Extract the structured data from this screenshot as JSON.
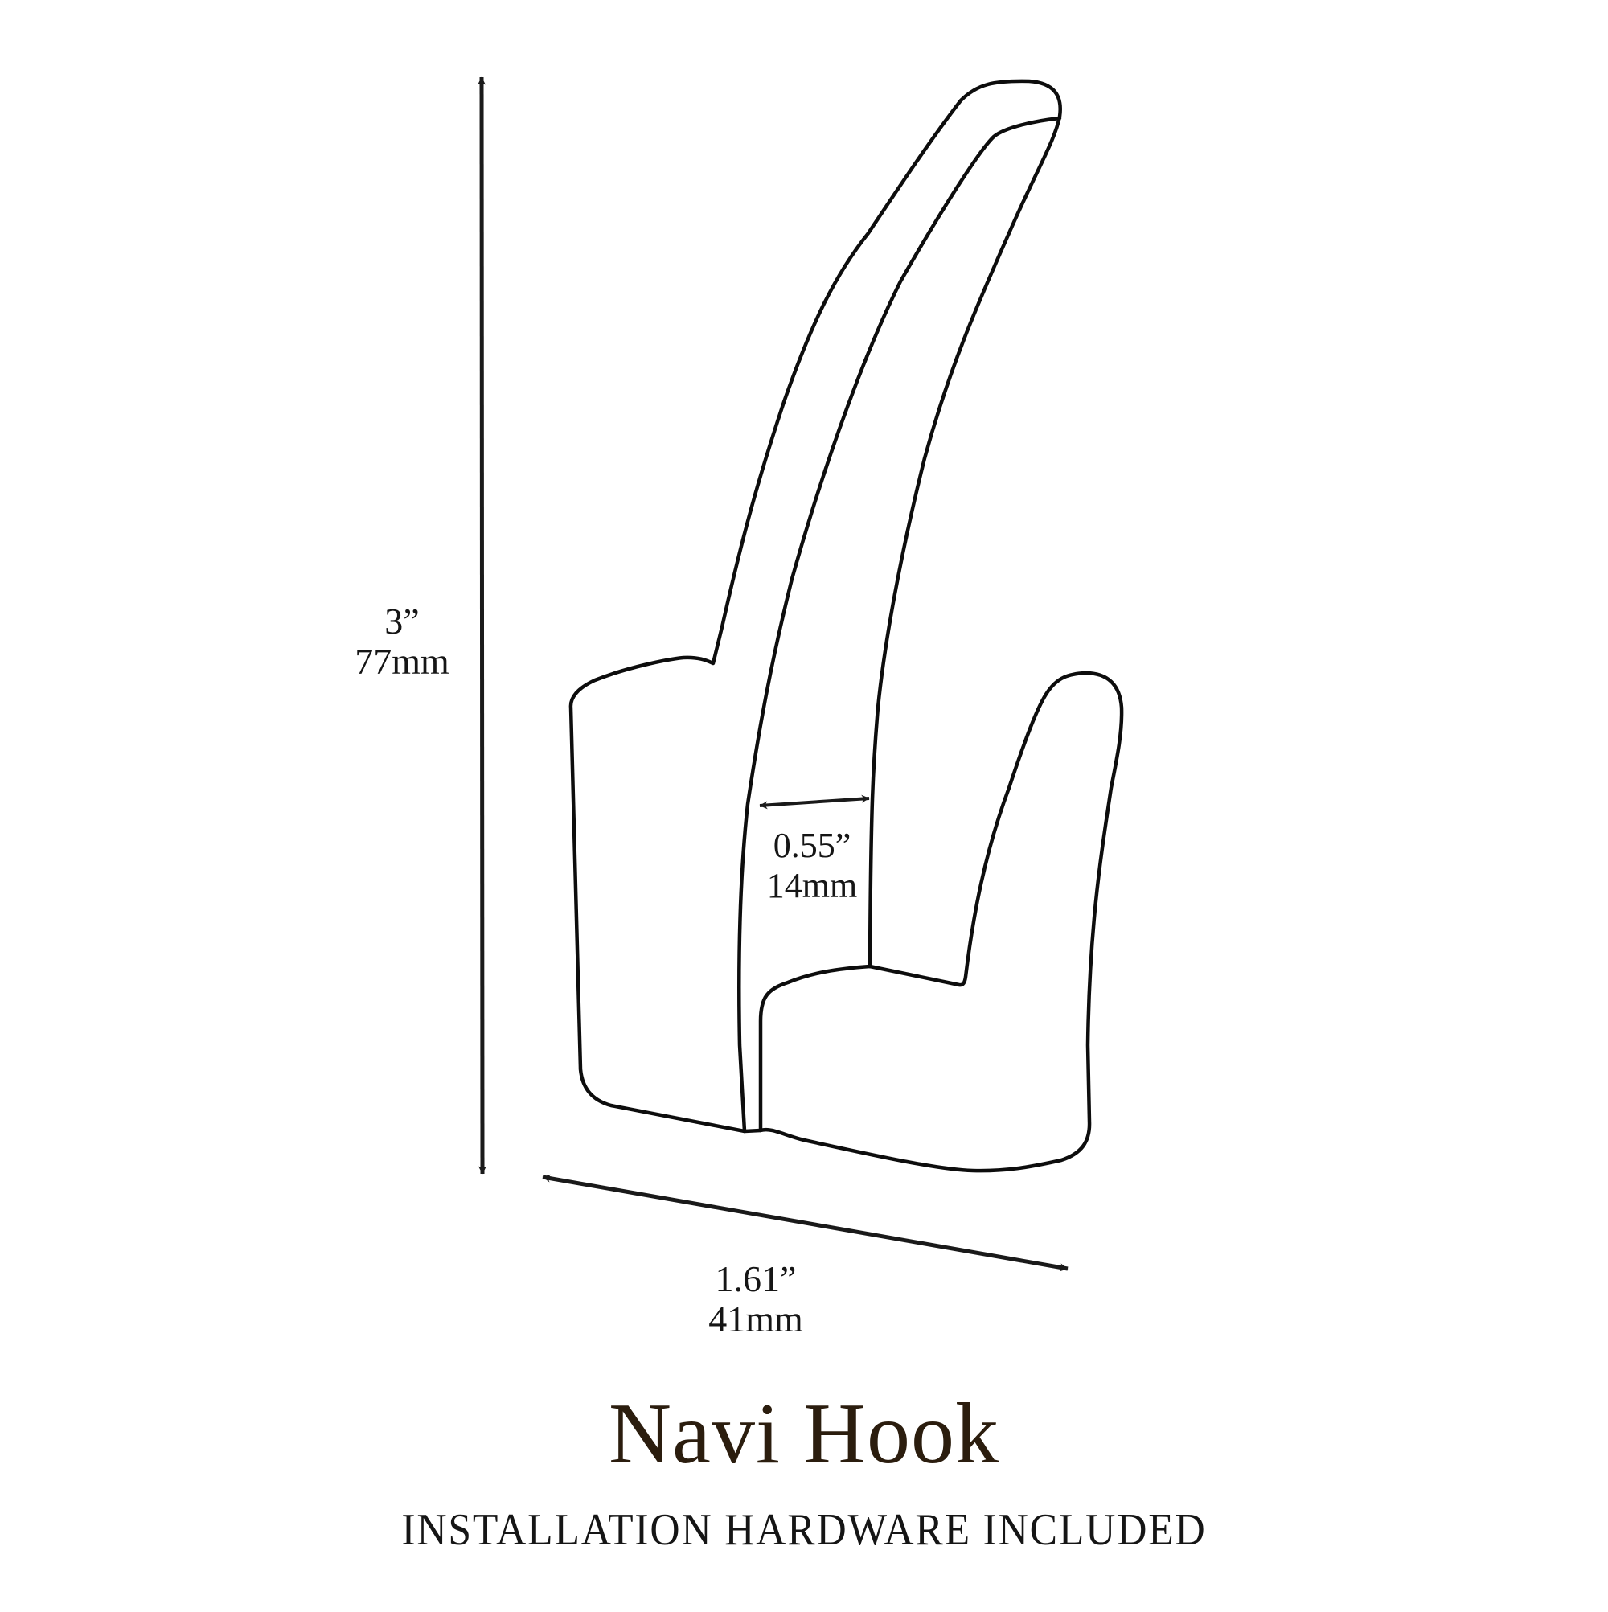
{
  "product": {
    "name": "Navi Hook",
    "subtitle": "INSTALLATION HARDWARE INCLUDED"
  },
  "dimensions": {
    "height": {
      "imperial": "3”",
      "metric": "77mm"
    },
    "width": {
      "imperial": "1.61”",
      "metric": "41mm"
    },
    "stem_width": {
      "imperial": "0.55”",
      "metric": "14mm"
    }
  },
  "colors": {
    "background": "#ffffff",
    "line": "#111111",
    "title": "#2b1d0e",
    "text": "#151515"
  }
}
